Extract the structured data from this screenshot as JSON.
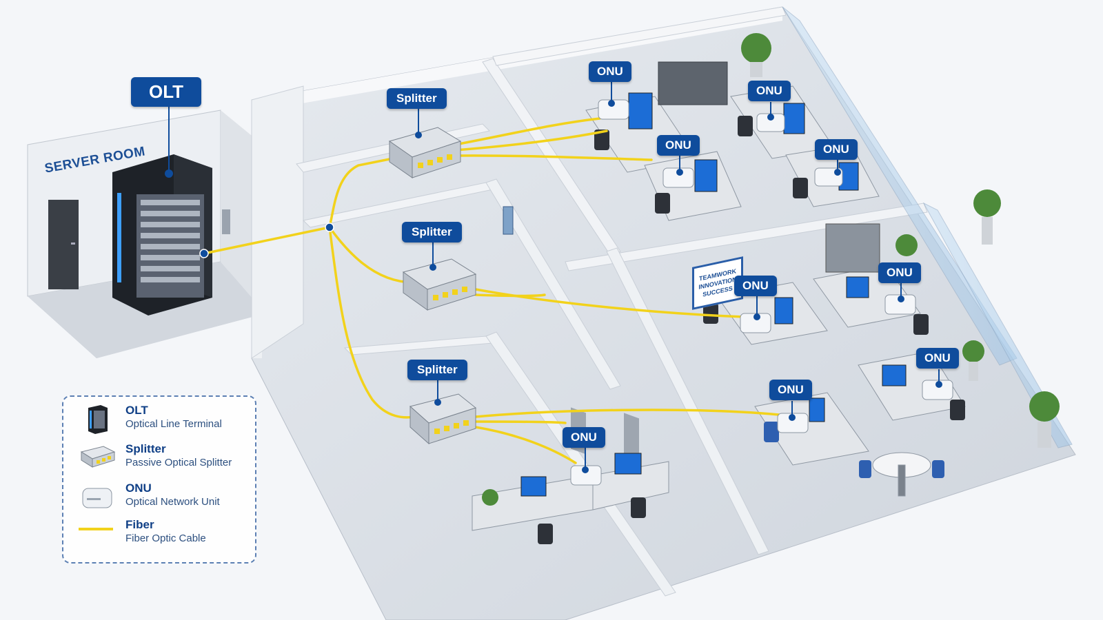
{
  "server_room": {
    "label": "SERVER ROOM"
  },
  "nodes": {
    "olt": {
      "label": "OLT"
    },
    "splitters": [
      {
        "label": "Splitter"
      },
      {
        "label": "Splitter"
      },
      {
        "label": "Splitter"
      }
    ],
    "onus": [
      {
        "label": "ONU"
      },
      {
        "label": "ONU"
      },
      {
        "label": "ONU"
      },
      {
        "label": "ONU"
      },
      {
        "label": "ONU"
      },
      {
        "label": "ONU"
      },
      {
        "label": "ONU"
      },
      {
        "label": "ONU"
      },
      {
        "label": "ONU"
      }
    ]
  },
  "poster": {
    "lines": [
      "TEAMWORK",
      "INNOVATION",
      "SUCCESS"
    ]
  },
  "legend": {
    "items": [
      {
        "title": "OLT",
        "desc": "Optical Line Terminal",
        "icon": "olt-rack-icon"
      },
      {
        "title": "Splitter",
        "desc": "Passive Optical Splitter",
        "icon": "splitter-icon"
      },
      {
        "title": "ONU",
        "desc": "Optical Network Unit",
        "icon": "onu-icon"
      },
      {
        "title": "Fiber",
        "desc": "Fiber Optic Cable",
        "icon": "fiber-line-icon"
      }
    ]
  },
  "colors": {
    "fiber": "#f2d21b",
    "label_bg": "#0f4c9c",
    "wall": "#e9edf2",
    "floor": "#d8dde4",
    "rack": "#1e2228"
  }
}
